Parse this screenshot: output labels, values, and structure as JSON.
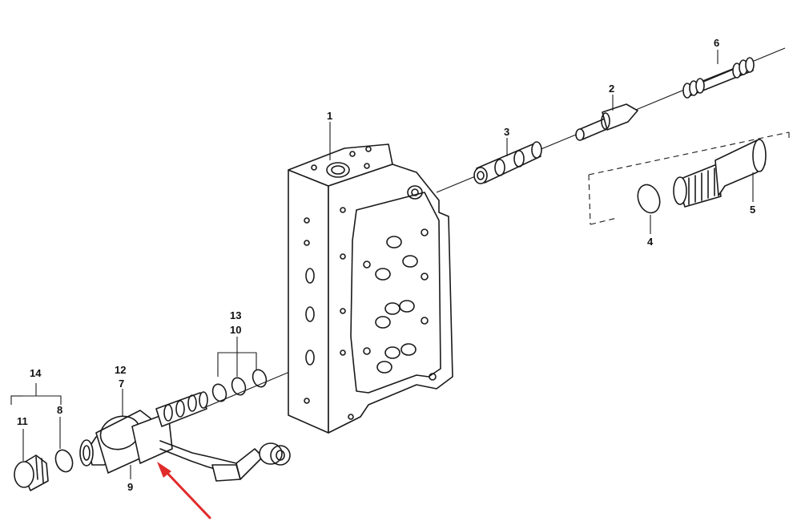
{
  "callouts": {
    "c1": "1",
    "c2": "2",
    "c3": "3",
    "c4": "4",
    "c5": "5",
    "c6": "6",
    "c7": "7",
    "c8": "8",
    "c9": "9",
    "c10": "10",
    "c11": "11",
    "c12": "12",
    "c13": "13",
    "c14": "14"
  },
  "colors": {
    "line": "#1a1a1a",
    "arrow": "#e02b2b",
    "background": "#ffffff"
  }
}
